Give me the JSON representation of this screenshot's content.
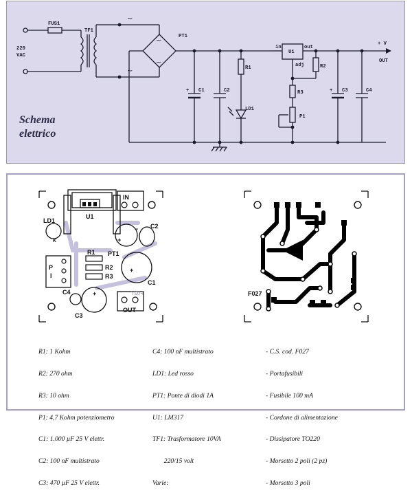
{
  "schematic": {
    "title_line1": "Schema",
    "title_line2": "elettrico",
    "labels": {
      "fus": "FUS1",
      "tf": "TF1",
      "pt": "PT1",
      "vac_v": "220",
      "vac_u": "VAC",
      "c1": "C1",
      "c2": "C2",
      "r1": "R1",
      "ld1": "LD1",
      "u1": "U1",
      "in": "in",
      "out": "out",
      "adj": "adj",
      "r2": "R2",
      "r3": "R3",
      "p1": "P1",
      "c3": "C3",
      "c4": "C4",
      "plus_v": "+ V",
      "out_label": "OUT",
      "plus": "+"
    }
  },
  "layout_pcb": {
    "labels": {
      "in": "IN",
      "u1": "U1",
      "ld1": "LD1",
      "k": "K",
      "c2": "C2",
      "pt1": "PT1",
      "r1": "R1",
      "r2": "R2",
      "r3": "R3",
      "p": "P",
      "i": "I",
      "c4": "C4",
      "c3": "C3",
      "c1": "C1",
      "out": "OUT",
      "mirror": "F027",
      "plus": "+",
      "minus": "−"
    }
  },
  "copper": {
    "code": "F027"
  },
  "parts_list": {
    "col1": [
      "R1: 1 Kohm",
      "R2: 270 ohm",
      "R3: 10 ohm",
      "P1: 4,7 Kohm potenziometro",
      "C1: 1.000 µF 25 V elettr.",
      "C2: 100 nF multistrato",
      "C3: 470 µF 25 V elettr."
    ],
    "col2": [
      "C4: 100 nF multistrato",
      "LD1: Led rosso",
      "PT1: Ponte di diodi 1A",
      "U1: LM317",
      "TF1: Trasformatore 10VA",
      "       220/15 volt",
      "Varie:"
    ],
    "col3": [
      "- C.S. cod. F027",
      "- Portafusibili",
      "- Fusibile 100 mA",
      "- Cordone di alimentazione",
      "- Dissipatore TO220",
      "- Morsetto 2 poli (2 pz)",
      "- Morsetto 3 poli"
    ]
  },
  "colors": {
    "schematic_bg": "#dcd9ec",
    "panel_border": "#a59fcc",
    "pcb_silkscreen_shadow": "#c4c0dd",
    "copper_trace": "#000000"
  }
}
